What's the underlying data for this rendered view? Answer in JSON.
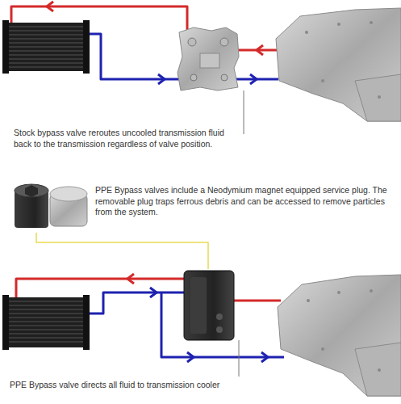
{
  "diagram": {
    "labels": [
      "Stock bypass valve reroutes uncooled transmission fluid back to the transmission regardless of valve position.",
      "PPE Bypass valves include a Neodymium magnet equipped service plug. The removable plug traps ferrous debris and can be accessed to remove particles from the system.",
      "PPE Bypass valve directs all fluid to transmission cooler"
    ]
  }
}
